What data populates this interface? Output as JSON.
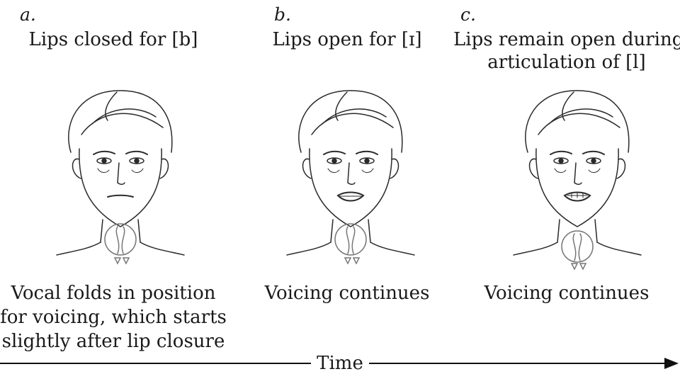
{
  "panels": [
    {
      "letter": "a.",
      "top_label": "Lips closed for [b]",
      "bottom_label": "Vocal folds in position for voicing, which starts slightly after lip closure",
      "bottom_lines": [
        "Vocal folds in position",
        "for voicing, which starts",
        "slightly after lip closure"
      ]
    },
    {
      "letter": "b.",
      "top_label": "Lips open for [ɪ]",
      "bottom_label": "Voicing continues"
    },
    {
      "letter": "c.",
      "top_label": "Lips remain open during articulation of [l]",
      "top_lines": [
        "Lips remain open during",
        "articulation of [l]"
      ],
      "bottom_label": "Voicing continues"
    }
  ],
  "timeline": {
    "label": "Time"
  },
  "icons": {
    "face": "face-illustration",
    "larynx": "larynx-icon",
    "arrow": "arrowhead-icon"
  }
}
